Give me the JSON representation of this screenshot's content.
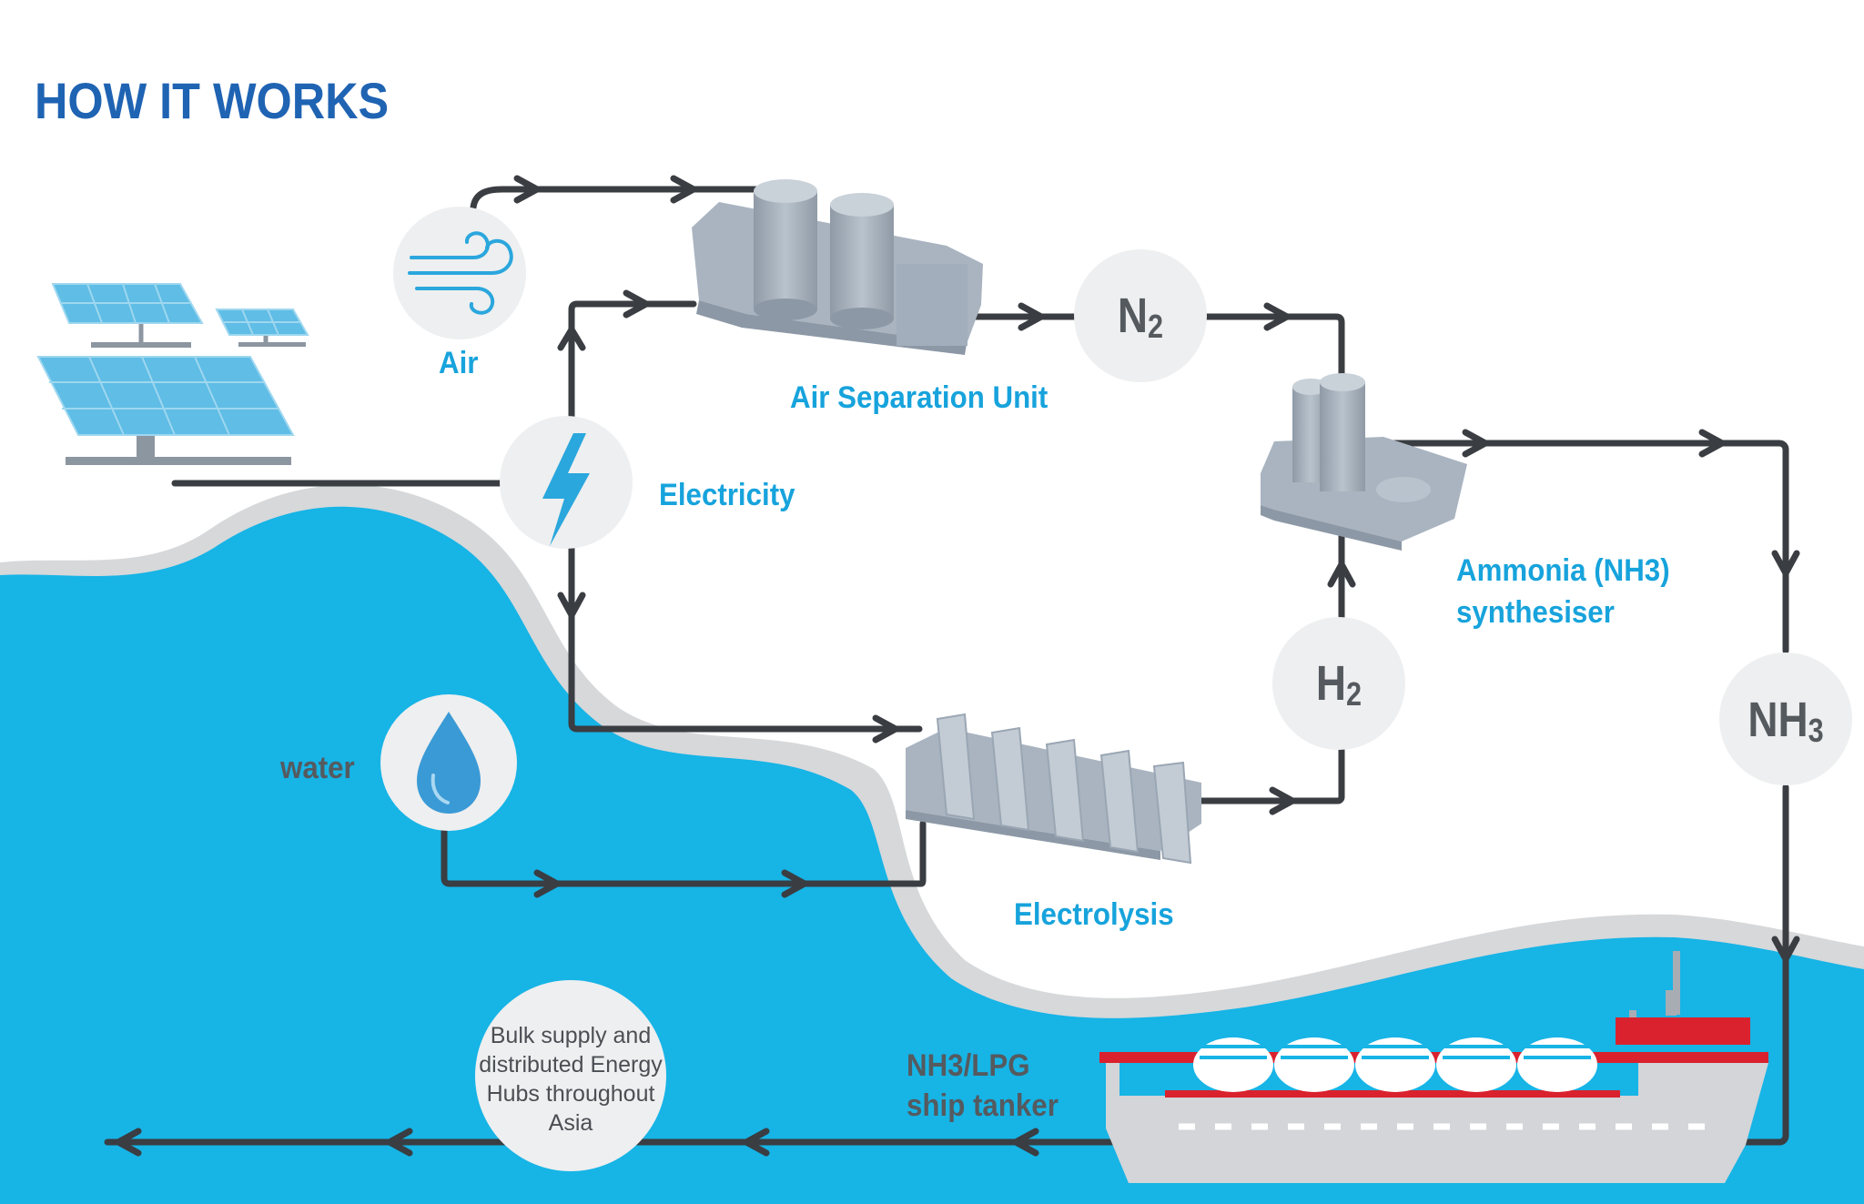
{
  "title": "HOW IT WORKS",
  "labels": {
    "air": "Air",
    "air_separation_unit": "Air Separation Unit",
    "electricity": "Electricity",
    "ammonia_line1": "Ammonia (NH3)",
    "ammonia_line2": "synthesiser",
    "water": "water",
    "electrolysis": "Electrolysis",
    "tanker_line1": "NH3/LPG",
    "tanker_line2": "ship tanker",
    "bulk_supply": "Bulk supply and distributed Energy Hubs throughout Asia"
  },
  "chemicals": {
    "n2_main": "N",
    "n2_sub": "2",
    "h2_main": "H",
    "h2_sub": "2",
    "nh3_main": "NH",
    "nh3_sub": "3"
  },
  "colors": {
    "title": "#1f63b3",
    "label_blue": "#17a3dc",
    "label_gray": "#555a5f",
    "sea": "#17b4e6",
    "shore": "#d6d8da",
    "flow_line": "#3a3d42",
    "node_circle": "#eeeff0",
    "ship_red": "#d9222e",
    "equipment": "#a9b4c0"
  },
  "icons": [
    "solar-panel-icon",
    "wind-icon",
    "lightning-bolt-icon",
    "water-drop-icon",
    "ship-tanker-icon"
  ]
}
